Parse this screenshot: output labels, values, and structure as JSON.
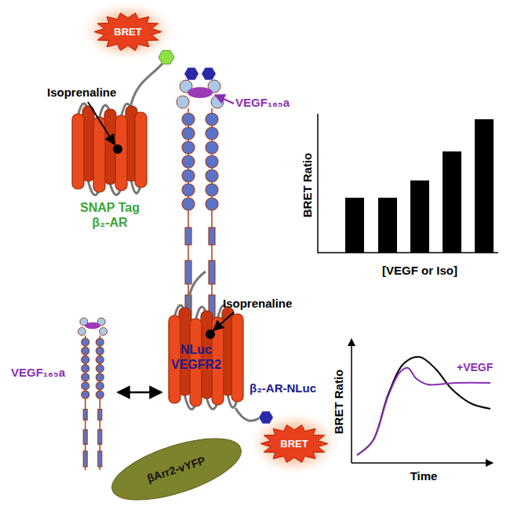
{
  "diagram": {
    "nodes": [
      {
        "text": [
          "BRET"
        ]
      },
      {
        "text": [
          "BRET"
        ]
      },
      {
        "text": [
          "βArr2-vYFP"
        ]
      }
    ],
    "labels": [
      "Isoprenaline",
      "SNAP Tag β₂-AR",
      "VEGF₁₆₅a",
      "NLuc VEGFR2",
      "BRET Ratio",
      "[VEGF or Iso]",
      "VEGF₁₆₅a",
      "Isoprenaline",
      "β₂-AR-NLuc",
      "BRET Ratio",
      "Time",
      "+VEGF"
    ]
  }
}
